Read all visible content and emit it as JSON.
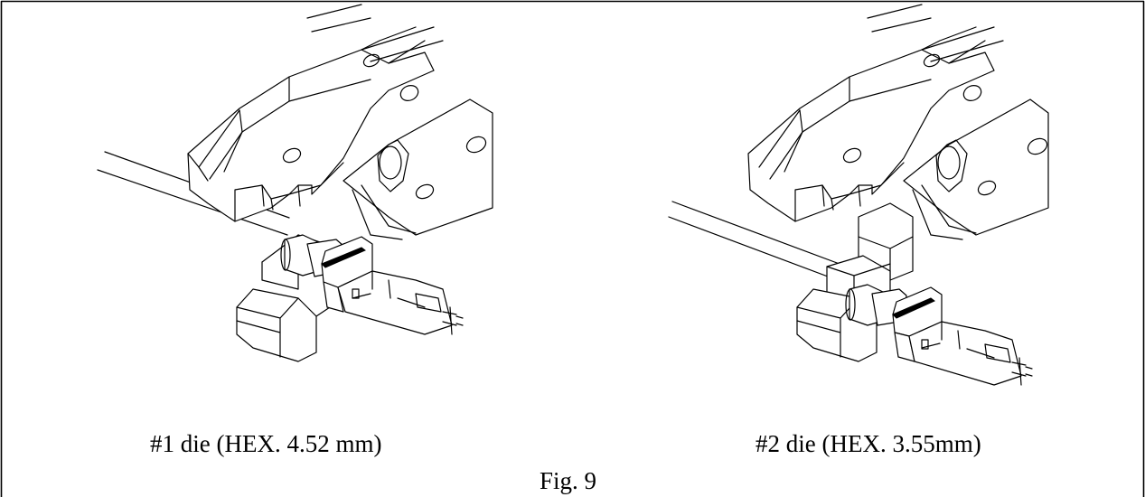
{
  "figure": {
    "left_caption": "#1 die (HEX. 4.52 mm)",
    "right_caption": "#2 die (HEX. 3.55mm)",
    "figure_label": "Fig. 9"
  }
}
